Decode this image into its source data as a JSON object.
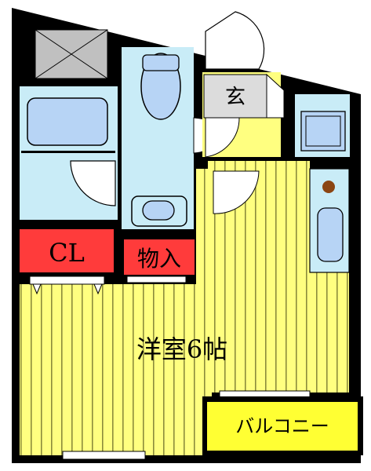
{
  "floorplan": {
    "rooms": {
      "closet": {
        "label": "CL",
        "color": "#ff3b3b"
      },
      "storage": {
        "label": "物入",
        "color": "#ff3b3b"
      },
      "western_room": {
        "label": "洋室6帖",
        "color": "#ffff80"
      },
      "balcony": {
        "label": "バルコニー",
        "color": "#ffff33"
      },
      "entrance": {
        "label": "玄"
      }
    },
    "colors": {
      "wall": "#000000",
      "floor_yellow": "#ffff80",
      "floor_stripe": "#9a9a3a",
      "fixture_blue": "#c9ecf7",
      "fixture_fill": "#b7d4f5",
      "entrance_gray": "#dcdcdc",
      "closet_red": "#ff3b3b",
      "balcony_yellow": "#ffff33"
    }
  }
}
